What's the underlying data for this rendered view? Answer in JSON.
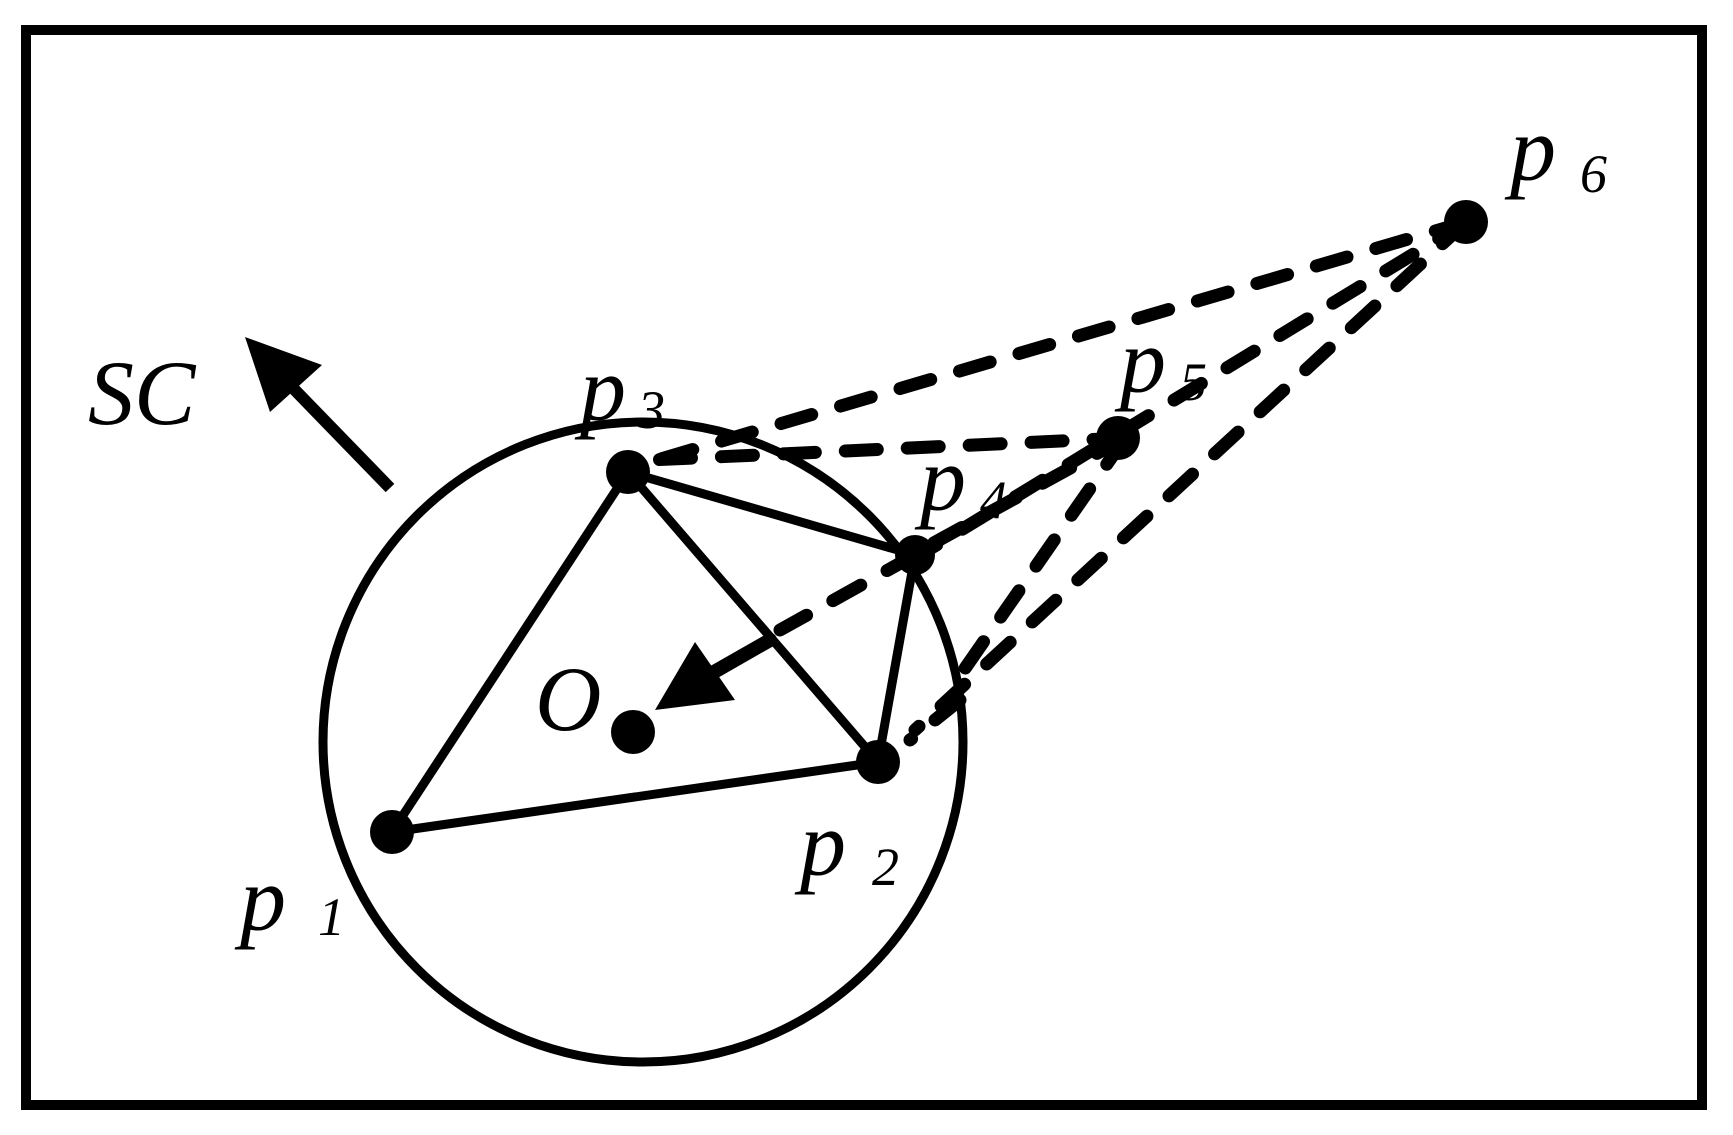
{
  "diagram": {
    "labels": {
      "sc": "SC",
      "center": "O",
      "p1": "p",
      "p1_sub": "1",
      "p2": "p",
      "p2_sub": "2",
      "p3": "p",
      "p3_sub": "3",
      "p4": "p",
      "p4_sub": "4",
      "p5": "p",
      "p5_sub": "5",
      "p6": "p",
      "p6_sub": "6"
    },
    "colors": {
      "ink": "#000000",
      "background": "#ffffff"
    }
  }
}
